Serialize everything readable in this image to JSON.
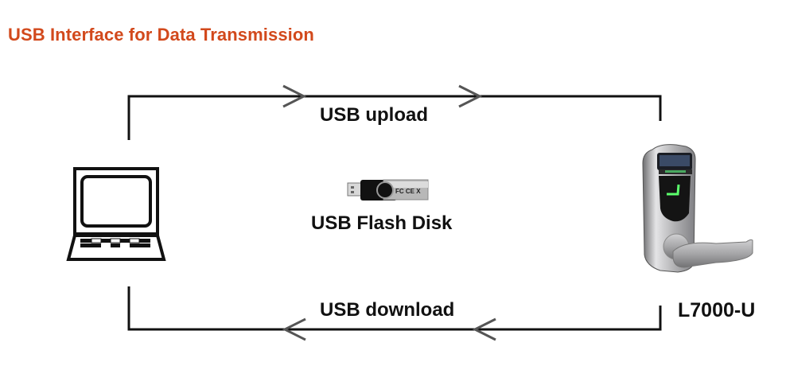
{
  "title": "USB Interface for Data Transmission",
  "colors": {
    "title": "#d2491c",
    "line": "#111111",
    "arrowhead": "#555555"
  },
  "nodes": {
    "computer": {
      "icon": "laptop-icon"
    },
    "usb_disk": {
      "icon": "usb-flash-drive-icon",
      "label": "USB Flash Disk"
    },
    "device": {
      "icon": "fingerprint-door-lock-icon",
      "label": "L7000-U"
    }
  },
  "edges": {
    "upload": {
      "label": "USB upload",
      "from": "computer",
      "to": "device"
    },
    "download": {
      "label": "USB download",
      "from": "device",
      "to": "computer"
    }
  }
}
